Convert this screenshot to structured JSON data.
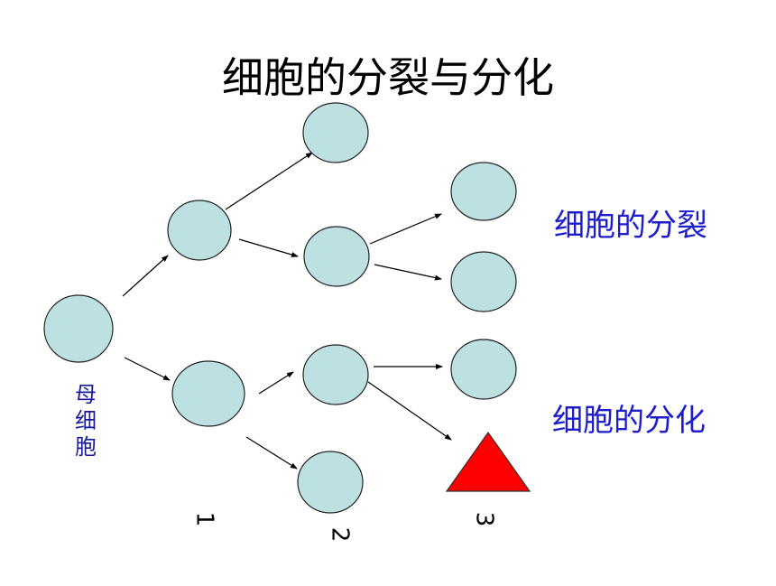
{
  "title": "细胞的分裂与分化",
  "labels": {
    "division": "细胞的分裂",
    "differentiation": "细胞的分化",
    "mother_cell": "母细胞"
  },
  "generations": [
    "1",
    "2",
    "3"
  ],
  "colors": {
    "cell_fill": "#bde0e0",
    "cell_stroke": "#222222",
    "triangle_fill": "#ff0000",
    "label_blue": "#1d1dcc"
  }
}
